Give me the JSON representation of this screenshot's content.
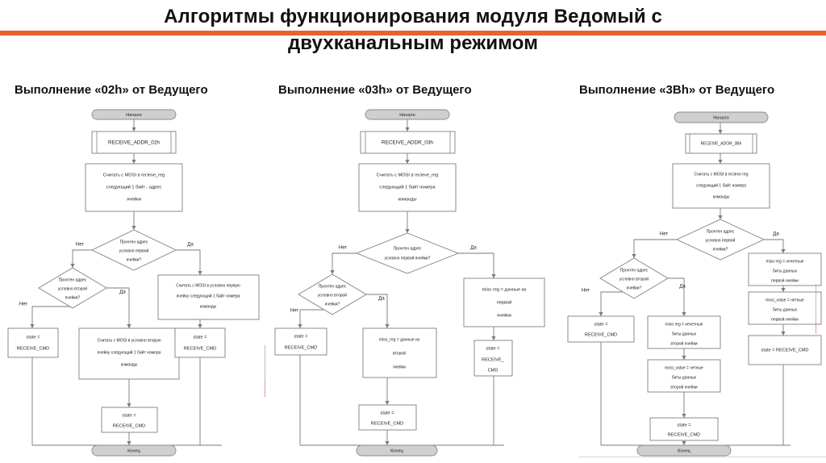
{
  "slide": {
    "title_line_1": "Алгоритмы функционирования модуля Ведомый с",
    "title_line_2": "двухканальным режимом",
    "accent_color": "#E8622A",
    "background_color": "#FFFFFF"
  },
  "columns": [
    {
      "header": "Выполнение «02h» от Ведущего",
      "nodes": {
        "start": "Начало",
        "state_box": "RECEIVE_ADDR_02h",
        "read_proc": "Считать с MOSI в recieve_reg следующий 1 байт - адрес ячейки",
        "decision_first": "Прочтен адрес условно первой ячейки?",
        "decision_second": "Прочтен адрес условно второй ячейки?",
        "yes_first_proc": "Считать с MOSI в условно первую ячейку следующий 1 байт номера команды",
        "yes_second_proc": "Считать с MOSI в условно вторую ячейку следующий 1 байт номера команды",
        "state_no": "state = RECEIVE_CMD",
        "state_second": "state = RECEIVE_CMD",
        "state_first": "state = RECEIVE_CMD",
        "end": "Конец"
      },
      "edge_labels": {
        "no_first": "Нет",
        "yes_first": "Да",
        "no_second": "Нет",
        "yes_second": "Да"
      }
    },
    {
      "header": "Выполнение «03h» от Ведущего",
      "nodes": {
        "start": "Начало",
        "state_box": "RECEIVE_ADDR_03h",
        "read_proc": "Считать с MOSI в recieve_reg следующий 1 байт номера команды",
        "decision_first": "Прочтен адрес условно первой ячейки?",
        "decision_second": "Прочтен адрес условно второй ячейки?",
        "yes_first_proc": "miso reg = данные из первой ячейки",
        "yes_second_proc": "miso_reg = данные из второй ячейки",
        "state_no": "state = RECEIVE_CMD",
        "state_second": "state = RECEIVE_CMD",
        "state_first": "state = RECEIVE_ CMD",
        "end": "Конец"
      },
      "edge_labels": {
        "no_first": "Нет",
        "yes_first": "Да",
        "no_second": "Нет",
        "yes_second": "Да"
      }
    },
    {
      "header": "Выполнение «3Bh» от Ведущего",
      "nodes": {
        "start": "Начало",
        "state_box": "RECEIVE_ADOR_3Bh",
        "read_proc": "Считать с MOSI в recieve reg следующий 1 байт номера команды",
        "decision_first": "Прочтен адрес условно первой ячейки?",
        "decision_second": "Прочтен адрес условно второй ячейки?",
        "yes_first_miso": "miso reg = нечетные биты данных первой ячейки",
        "yes_first_mosi": "mosi_value = четные биты данных первой ячейки",
        "yes_second_miso": "miso reg = нечетные биты данных второй ячейки",
        "yes_second_mosi": "mosi_value = четные биты данных второй ячейки",
        "state_no": "state = RECEIVE_CMD",
        "state_second": "state = RECEIVE_CMD",
        "state_first": "state = RECEIVE_CMD",
        "end": "Конец"
      },
      "edge_labels": {
        "no_first": "Нет",
        "yes_first": "Да",
        "no_second": "Нет",
        "yes_second": "Да"
      }
    }
  ]
}
